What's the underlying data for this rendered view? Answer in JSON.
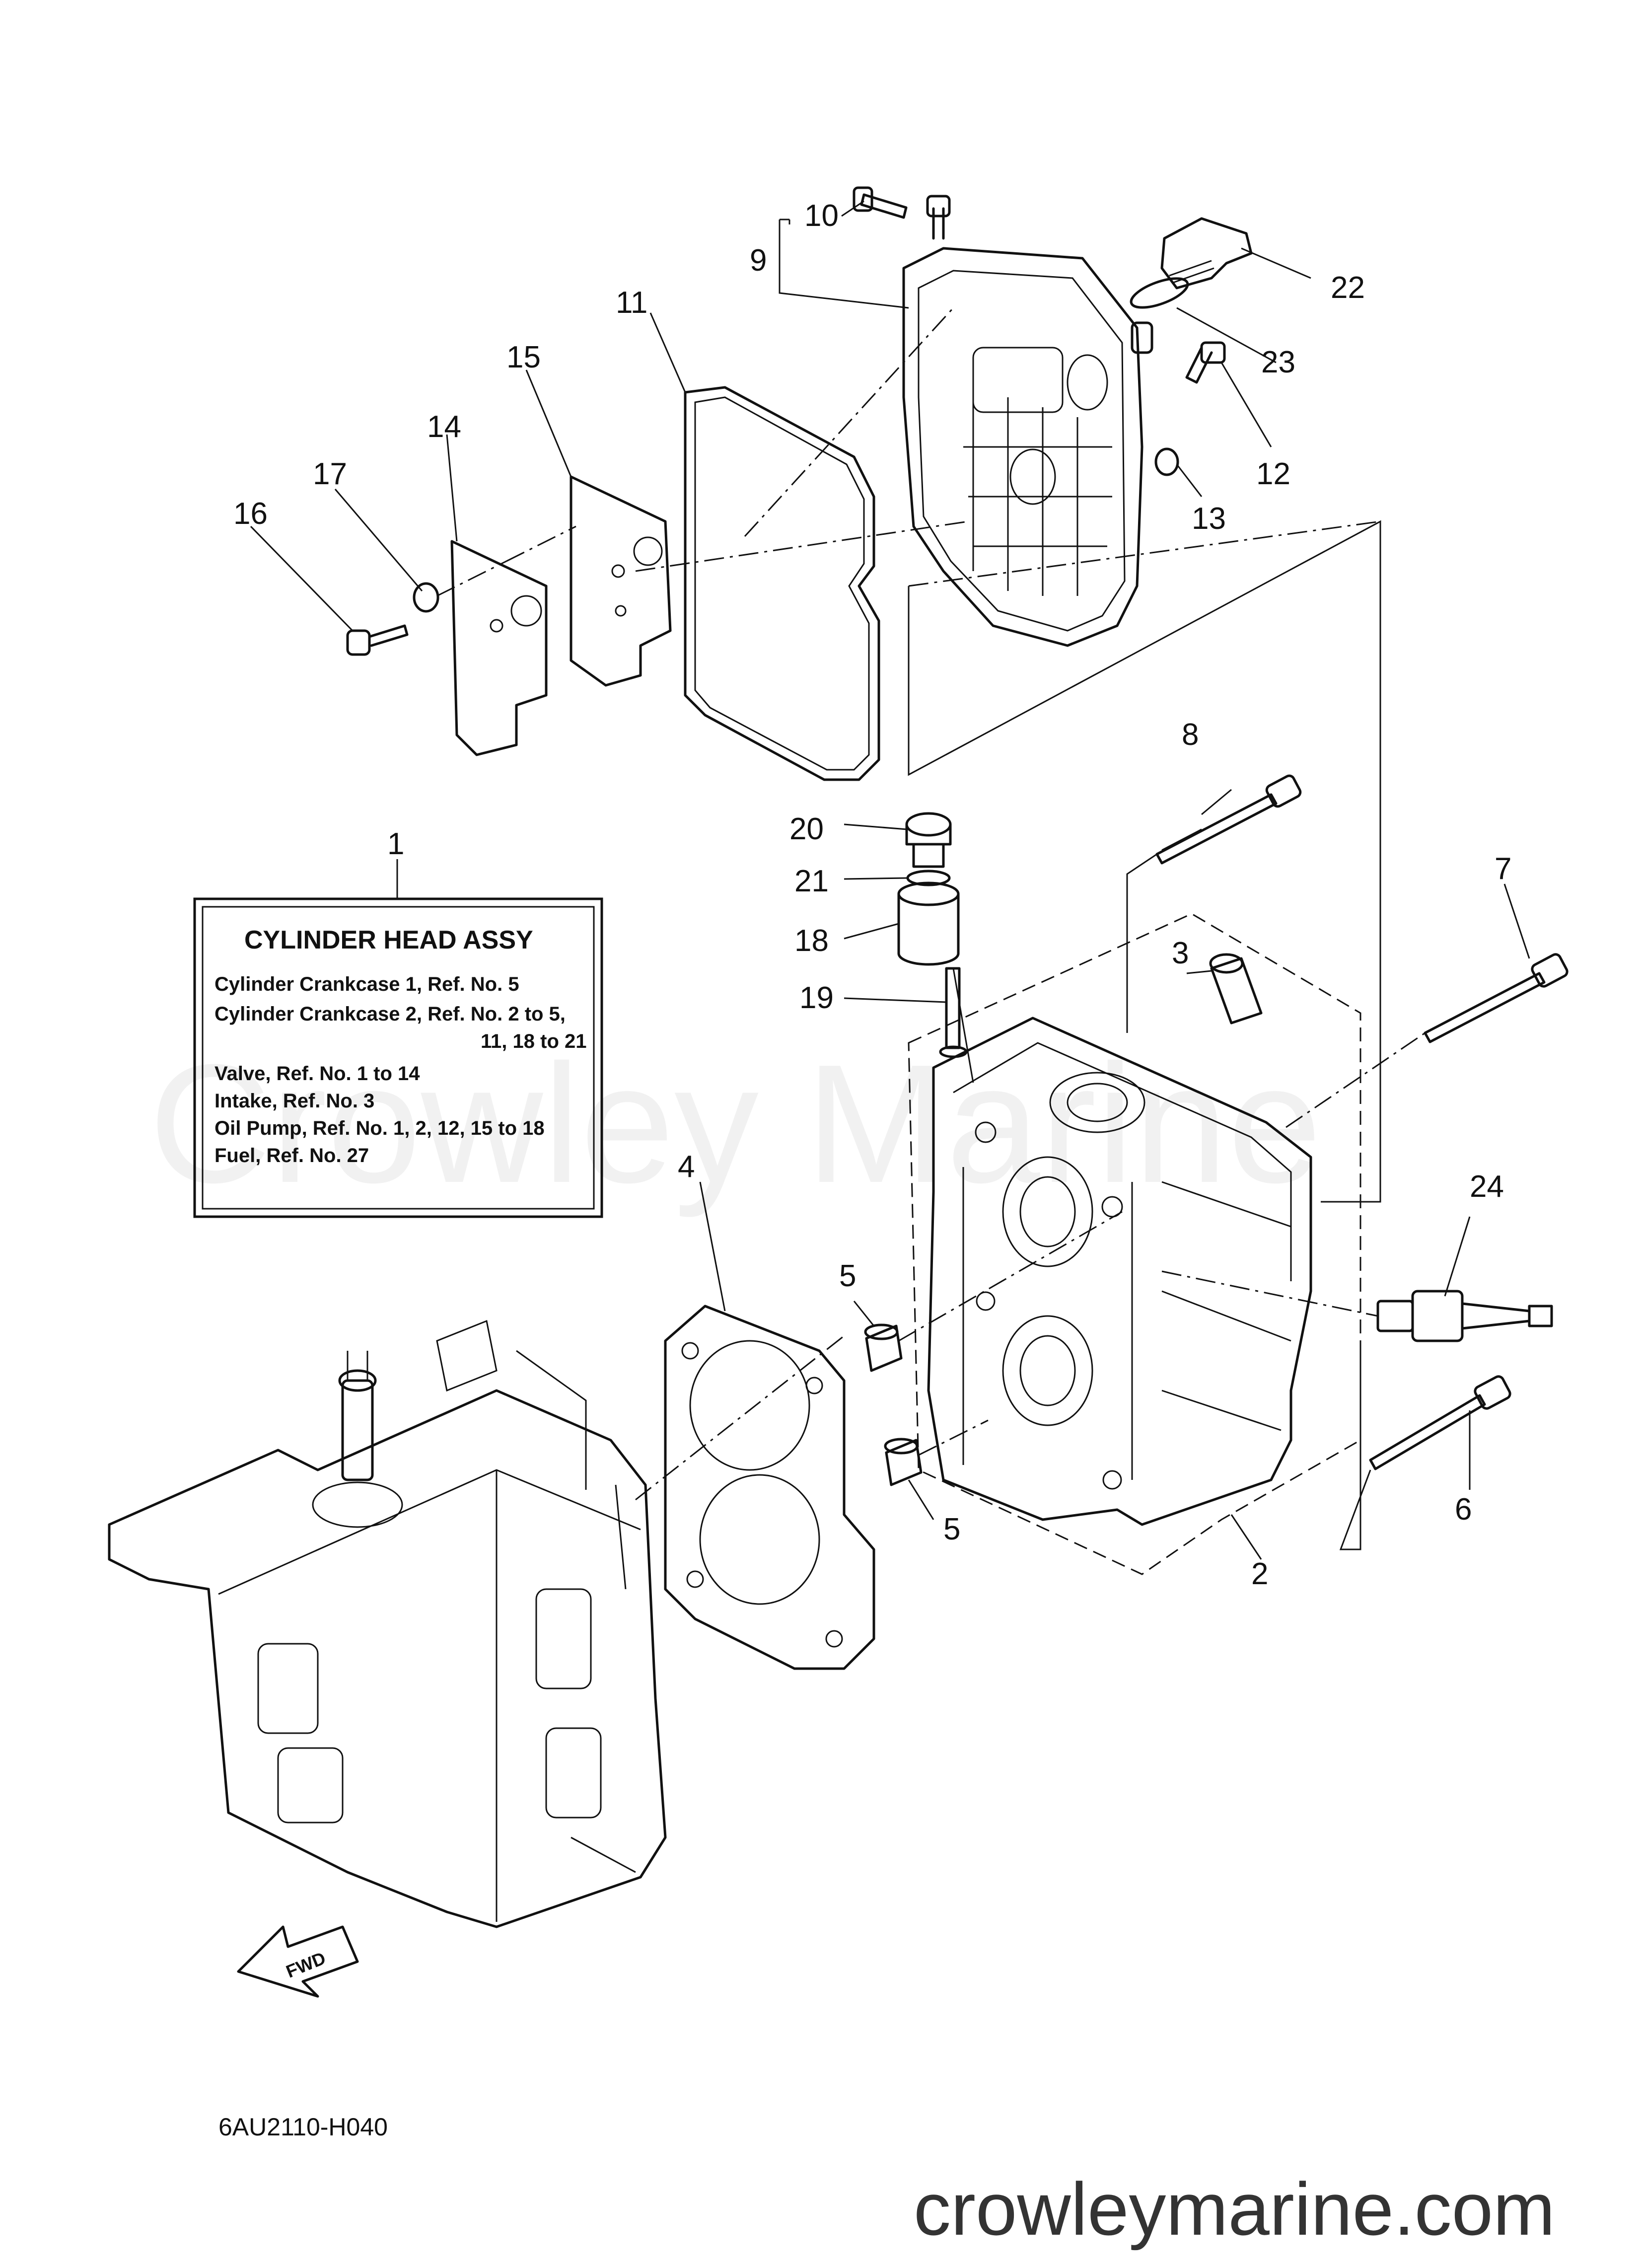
{
  "watermark": "Crowley Marine",
  "callouts": {
    "c1": "1",
    "c2": "2",
    "c3": "3",
    "c4": "4",
    "c5a": "5",
    "c5b": "5",
    "c6": "6",
    "c7": "7",
    "c8": "8",
    "c9": "9",
    "c10": "10",
    "c11": "11",
    "c12": "12",
    "c13": "13",
    "c14": "14",
    "c15": "15",
    "c16": "16",
    "c17": "17",
    "c18": "18",
    "c19": "19",
    "c20": "20",
    "c21": "21",
    "c22": "22",
    "c23": "23",
    "c24": "24"
  },
  "assy_box": {
    "title": "CYLINDER HEAD ASSY",
    "lines": [
      "Cylinder Crankcase 1,    Ref. No. 5",
      "Cylinder Crankcase 2,    Ref. No. 2 to 5,",
      "11, 18 to 21",
      "Valve,    Ref. No. 1 to 14",
      "Intake,    Ref. No. 3",
      "Oil Pump,    Ref. No. 1, 2, 12, 15 to 18",
      "Fuel,    Ref. No. 27"
    ]
  },
  "fwd_label": "FWD",
  "diagram_code": "6AU2110-H040",
  "site": "crowleymarine.com"
}
